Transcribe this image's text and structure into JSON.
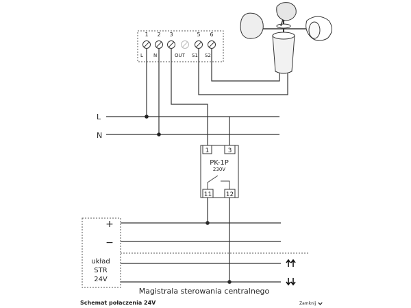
{
  "terminal_block": {
    "numbers": [
      "1",
      "2",
      "3",
      "5",
      "6"
    ],
    "labels": [
      "L",
      "N",
      "OUT",
      "S1",
      "S2"
    ]
  },
  "lines": {
    "live": "L",
    "neutral": "N"
  },
  "relay": {
    "name": "PK-1P",
    "voltage": "230V",
    "pin_top_left": "1",
    "pin_top_right": "3",
    "pin_bottom_left": "11",
    "pin_bottom_right": "12"
  },
  "str_unit": {
    "plus": "+",
    "minus": "−",
    "label_line1": "układ",
    "label_line2": "STR",
    "label_line3": "24V"
  },
  "bus_label": "Magistrala sterowania centralnego",
  "footer": {
    "title": "Schemat połaczenia 24V",
    "close_label": "Zamknij"
  }
}
